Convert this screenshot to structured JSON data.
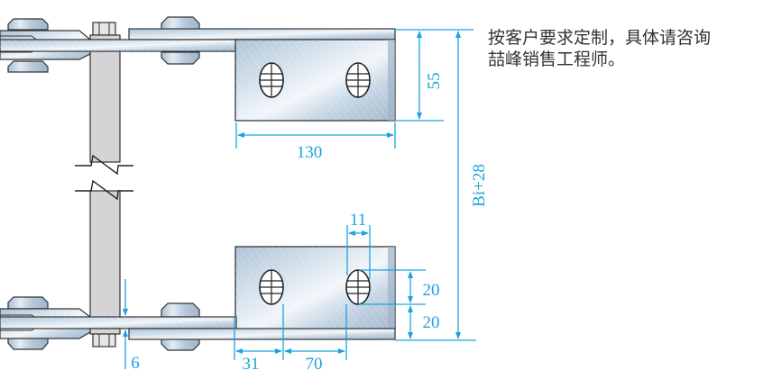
{
  "note": {
    "line1": "按客户要求定制，具体请咨询",
    "line2": "喆峰销售工程师。"
  },
  "dimensions": {
    "plate_height": "55",
    "plate_length": "130",
    "overall_width": "Bi+28",
    "slot_width": "11",
    "slot_height": "20",
    "slot_offset_bottom": "20",
    "thickness": "6",
    "hole_offset_left": "31",
    "hole_spacing": "70"
  },
  "colors": {
    "dimension": "#1aa3e0",
    "metal_light": "#dfe8f0",
    "metal_mid": "#b9cbdc",
    "metal_dark": "#8ea6bd",
    "pin": "#d4d4d6",
    "outline": "#333333"
  },
  "icons": {
    "slot": "oval-slot-icon",
    "break": "break-line-icon"
  }
}
